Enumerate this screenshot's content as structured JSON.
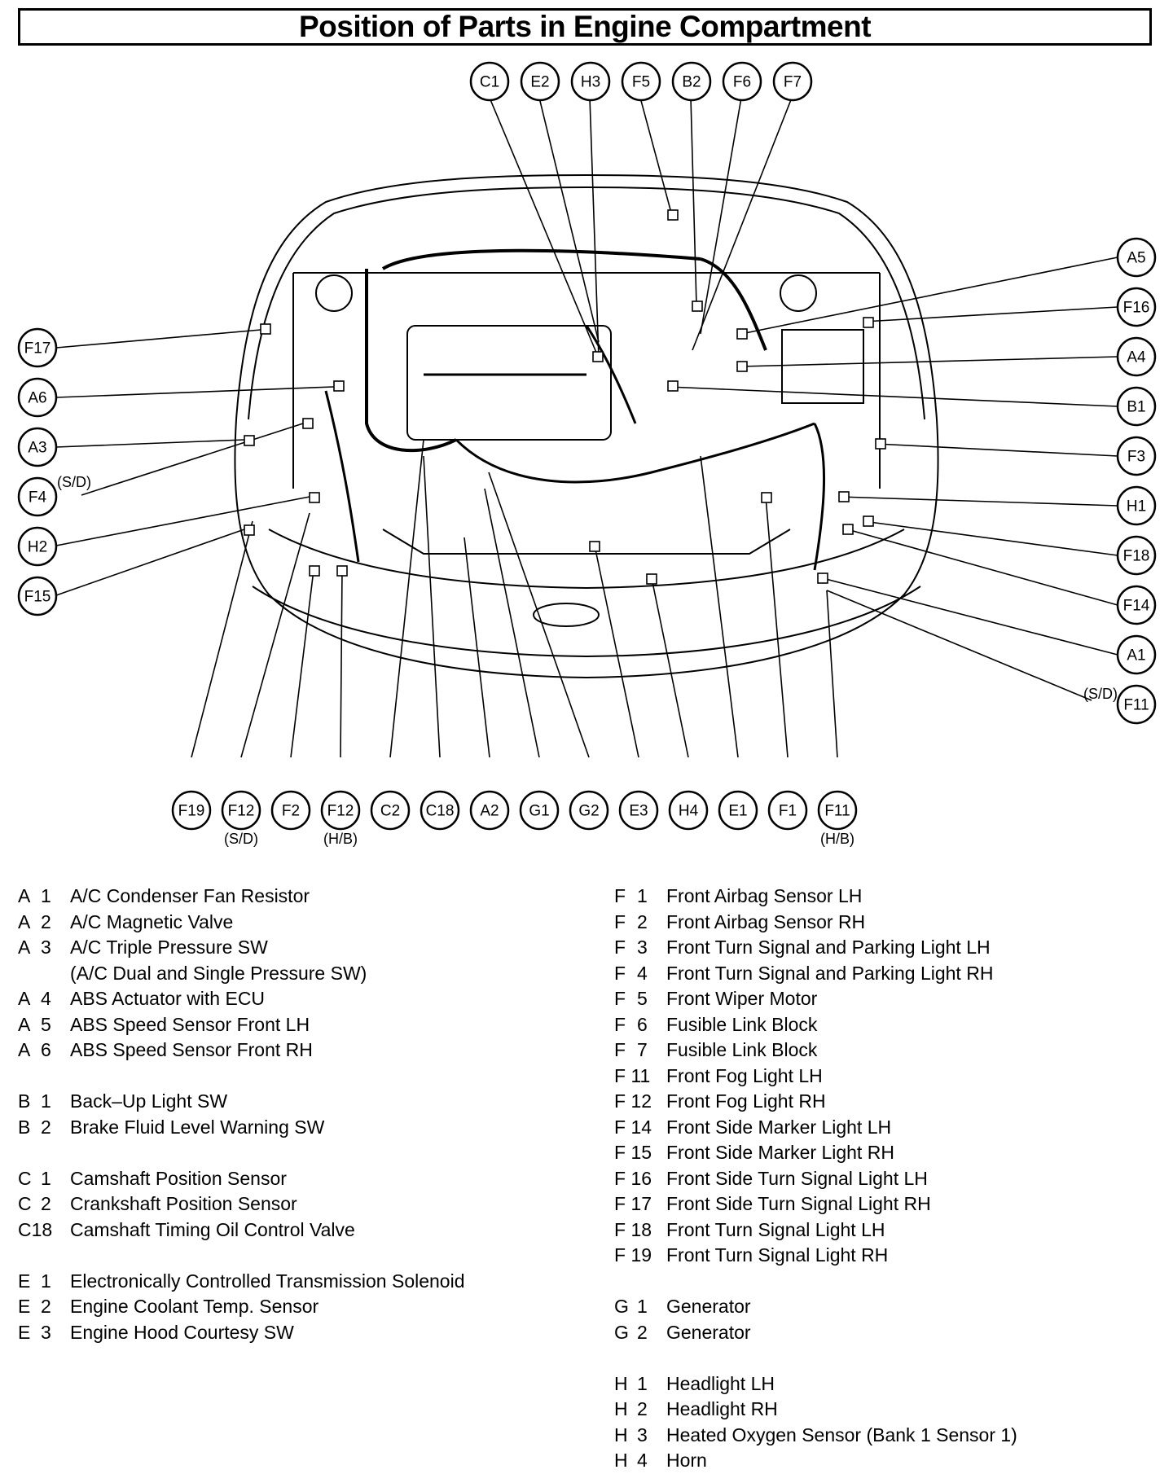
{
  "title": "Position of Parts in Engine Compartment",
  "callouts": {
    "top": [
      "C1",
      "E2",
      "H3",
      "F5",
      "B2",
      "F6",
      "F7"
    ],
    "left": [
      "F17",
      "A6",
      "A3",
      "F4",
      "H2",
      "F15"
    ],
    "left_notes": {
      "F4": "(S/D)"
    },
    "right": [
      "A5",
      "F16",
      "A4",
      "B1",
      "F3",
      "H1",
      "F18",
      "F14",
      "A1",
      "F11"
    ],
    "right_notes": {
      "F11": "(S/D)"
    },
    "bottom": [
      "F19",
      "F12",
      "F2",
      "F12",
      "C2",
      "C18",
      "A2",
      "G1",
      "G2",
      "E3",
      "H4",
      "E1",
      "F1",
      "F11"
    ],
    "bottom_notes": [
      "",
      "(S/D)",
      "",
      "(H/B)",
      "",
      "",
      "",
      "",
      "",
      "",
      "",
      "",
      "",
      "(H/B)"
    ]
  },
  "legend_left": [
    {
      "code": "A",
      "num": "1",
      "desc": "A/C Condenser Fan Resistor"
    },
    {
      "code": "A",
      "num": "2",
      "desc": "A/C Magnetic Valve"
    },
    {
      "code": "A",
      "num": "3",
      "desc": "A/C Triple Pressure SW"
    },
    {
      "code": "",
      "num": "",
      "desc": "(A/C Dual and Single Pressure SW)"
    },
    {
      "code": "A",
      "num": "4",
      "desc": "ABS Actuator with ECU"
    },
    {
      "code": "A",
      "num": "5",
      "desc": "ABS Speed Sensor Front LH"
    },
    {
      "code": "A",
      "num": "6",
      "desc": "ABS Speed Sensor Front RH"
    },
    {
      "gap": true
    },
    {
      "code": "B",
      "num": "1",
      "desc": "Back–Up Light SW"
    },
    {
      "code": "B",
      "num": "2",
      "desc": "Brake Fluid Level Warning SW"
    },
    {
      "gap": true
    },
    {
      "code": "C",
      "num": "1",
      "desc": "Camshaft Position Sensor"
    },
    {
      "code": "C",
      "num": "2",
      "desc": "Crankshaft Position Sensor"
    },
    {
      "code": "C18",
      "num": "",
      "desc": "Camshaft Timing Oil Control Valve"
    },
    {
      "gap": true
    },
    {
      "code": "E",
      "num": "1",
      "desc": "Electronically Controlled Transmission Solenoid"
    },
    {
      "code": "E",
      "num": "2",
      "desc": "Engine Coolant Temp. Sensor"
    },
    {
      "code": "E",
      "num": "3",
      "desc": "Engine Hood Courtesy SW"
    }
  ],
  "legend_right": [
    {
      "code": "F",
      "num": "1",
      "desc": "Front Airbag Sensor LH"
    },
    {
      "code": "F",
      "num": "2",
      "desc": "Front Airbag Sensor RH"
    },
    {
      "code": "F",
      "num": "3",
      "desc": "Front Turn Signal and Parking Light LH"
    },
    {
      "code": "F",
      "num": "4",
      "desc": "Front Turn Signal and Parking Light RH"
    },
    {
      "code": "F",
      "num": "5",
      "desc": "Front Wiper Motor"
    },
    {
      "code": "F",
      "num": "6",
      "desc": "Fusible Link Block"
    },
    {
      "code": "F",
      "num": "7",
      "desc": "Fusible Link Block"
    },
    {
      "code": "F 11",
      "num": "",
      "desc": "Front Fog Light LH"
    },
    {
      "code": "F 12",
      "num": "",
      "desc": "Front Fog Light RH"
    },
    {
      "code": "F 14",
      "num": "",
      "desc": "Front Side Marker Light LH"
    },
    {
      "code": "F 15",
      "num": "",
      "desc": "Front Side Marker Light RH"
    },
    {
      "code": "F 16",
      "num": "",
      "desc": "Front Side Turn Signal Light LH"
    },
    {
      "code": "F 17",
      "num": "",
      "desc": "Front Side Turn Signal Light RH"
    },
    {
      "code": "F 18",
      "num": "",
      "desc": "Front Turn Signal Light LH"
    },
    {
      "code": "F 19",
      "num": "",
      "desc": "Front Turn Signal Light RH"
    },
    {
      "gap": true
    },
    {
      "code": "G",
      "num": "1",
      "desc": "Generator"
    },
    {
      "code": "G",
      "num": "2",
      "desc": "Generator"
    },
    {
      "gap": true
    },
    {
      "code": "H",
      "num": "1",
      "desc": "Headlight LH"
    },
    {
      "code": "H",
      "num": "2",
      "desc": "Headlight RH"
    },
    {
      "code": "H",
      "num": "3",
      "desc": "Heated Oxygen Sensor (Bank 1 Sensor 1)"
    },
    {
      "code": "H",
      "num": "4",
      "desc": "Horn"
    }
  ]
}
